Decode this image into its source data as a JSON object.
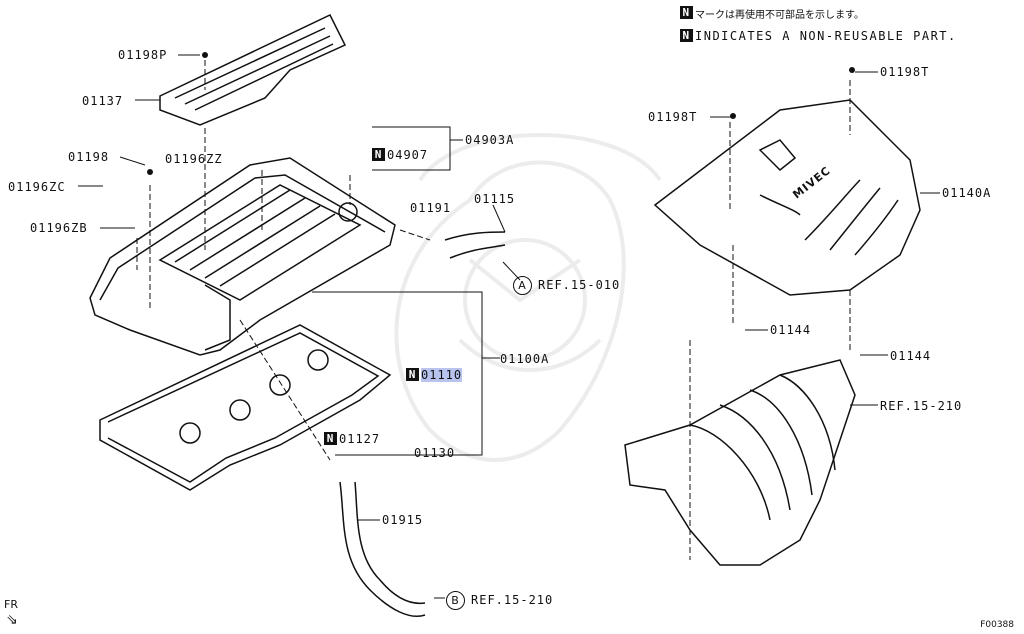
{
  "notices": {
    "jp": "マークは再使用不可部品を示します。",
    "en": "INDICATES A NON-REUSABLE PART.",
    "marker": "N"
  },
  "parts": {
    "p01198P": "01198P",
    "p01137": "01137",
    "p01198": "01198",
    "p01196ZZ": "01196ZZ",
    "p01196ZC": "01196ZC",
    "p01196ZB": "01196ZB",
    "p04903A": "04903A",
    "p04907": "04907",
    "p01191": "01191",
    "p01115": "01115",
    "p01100A": "01100A",
    "p01110": "01110",
    "p01127": "01127",
    "p01130": "01130",
    "p01915": "01915",
    "p01198T_a": "01198T",
    "p01198T_b": "01198T",
    "p01140A": "01140A",
    "p01144_a": "01144",
    "p01144_b": "01144"
  },
  "refs": {
    "a": {
      "badge": "A",
      "text": "REF.15-010"
    },
    "b": {
      "badge": "B",
      "text": "REF.15-210"
    },
    "manifold": "REF.15-210"
  },
  "fr_label": "FR",
  "figure_code": "F00388",
  "engine_cover_logo": "MIVEC",
  "colors": {
    "highlight": "#b8c4ee",
    "ink": "#111111",
    "watermark": "#ececec"
  }
}
